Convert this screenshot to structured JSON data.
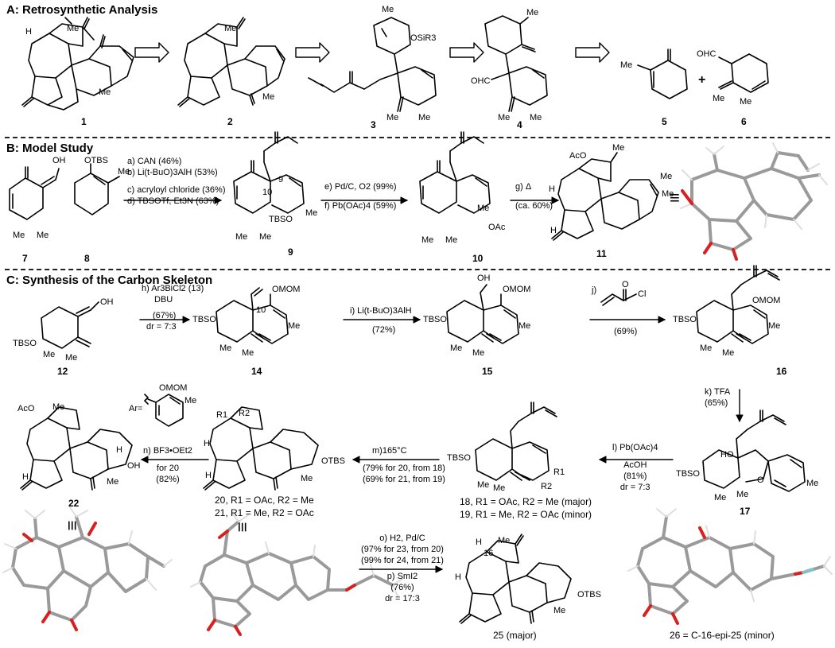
{
  "sections": {
    "a_title": "A: Retrosynthetic Analysis",
    "b_title": "B: Model Study",
    "c_title": "C: Synthesis of the Carbon Skeleton"
  },
  "compounds_a": [
    "1",
    "2",
    "3",
    "4",
    "5",
    "6"
  ],
  "compounds_b": [
    "7",
    "8",
    "9",
    "10",
    "11"
  ],
  "compounds_c": [
    "12",
    "14",
    "15",
    "16",
    "17",
    "18, R1 = OAc, R2 = Me (major)",
    "19, R1 = Me, R2 = OAc (minor)",
    "20, R1 = OAc, R2 = Me",
    "21, R1 = Me, R2 = OAc",
    "22",
    "25 (major)",
    "26 = C-16-epi-25 (minor)"
  ],
  "atom_labels": {
    "me": "Me",
    "siR3": "OSiR3",
    "ohc": "OHC",
    "oh": "OH",
    "otbs": "OTBS",
    "tbso": "TBSO",
    "omom": "OMOM",
    "oac": "OAc",
    "aco": "AcO",
    "h": "H",
    "o": "O",
    "cl": "Cl",
    "ho": "HO",
    "r1": "R1",
    "r2": "R2",
    "ar": "Ar=",
    "c9": "9",
    "c10": "10",
    "c16": "16"
  },
  "conditions_b1": [
    "a) CAN (46%)",
    "b) Li(t-BuO)3AlH (53%)",
    "c) acryloyl chloride (36%)",
    "d) TBSOTf, Et3N (63%)"
  ],
  "conditions_b2": [
    "e) Pd/C, O2 (99%)",
    "f) Pb(OAc)4 (59%)"
  ],
  "conditions_b3": [
    "g) Δ",
    "(ca. 60%)"
  ],
  "conditions_c": {
    "h": [
      "h) Ar3BiCl2 (13)",
      "DBU",
      "(67%)",
      "dr = 7:3"
    ],
    "i": [
      "i) Li(t-BuO)3AlH",
      "(72%)"
    ],
    "j": [
      "j)",
      "(69%)"
    ],
    "k": [
      "k) TFA",
      "(65%)"
    ],
    "l": [
      "l) Pb(OAc)4",
      "AcOH",
      "(81%)",
      "dr = 7:3"
    ],
    "m": [
      "m)165°C",
      "(79% for 20, from 18)",
      "(69% for 21, from 19)"
    ],
    "n": [
      "n) BF3•OEt2",
      "for 20",
      "(82%)"
    ],
    "op": [
      "o) H2, Pd/C",
      "(97% for 23, from 20)",
      "(99% for 24, from 21)",
      "p) SmI2",
      "(76%)",
      "dr = 17:3"
    ]
  },
  "equiv_symbol": "≡",
  "plus_symbol": "+"
}
